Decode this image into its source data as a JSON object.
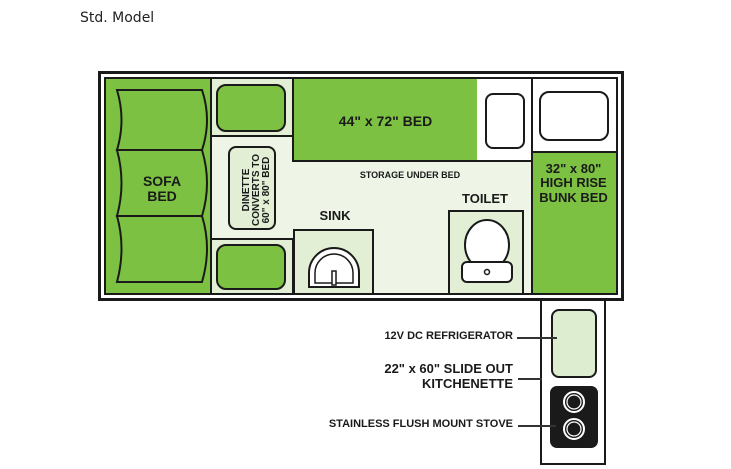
{
  "page": {
    "title": "Std. Model"
  },
  "floorplan": {
    "colors": {
      "green": "#7dc142",
      "light_green": "#e2efd5",
      "floor": "#eef5e7",
      "outline": "#1a1a1a"
    },
    "sofa": {
      "label_line1": "SOFA",
      "label_line2": "BED"
    },
    "dinette": {
      "line1": "DINETTE",
      "line2": "CONVERTS TO",
      "line3": "60\" x 80\" BED"
    },
    "main_bed": {
      "label": "44\" x 72\" BED"
    },
    "storage": {
      "label": "STORAGE UNDER BED"
    },
    "sink": {
      "label": "SINK"
    },
    "toilet": {
      "label": "TOILET"
    },
    "bunk": {
      "line1": "32\" x 80\"",
      "line2": "HIGH RISE",
      "line3": "BUNK BED"
    },
    "kitchenette": {
      "fridge_label": "12V DC REFRIGERATOR",
      "slide_line1": "22\" x 60\" SLIDE OUT",
      "slide_line2": "KITCHENETTE",
      "stove_label": "STAINLESS FLUSH MOUNT STOVE"
    }
  }
}
